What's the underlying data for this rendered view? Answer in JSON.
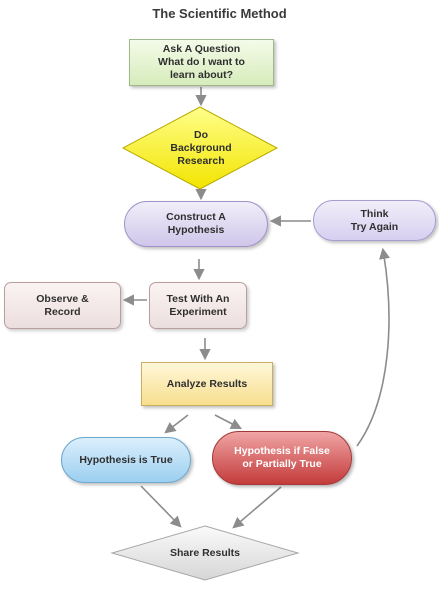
{
  "title": "The Scientific Method",
  "steps": {
    "ask": {
      "line1": "Ask A Question",
      "line2": "What do I want to",
      "line3": "learn about?"
    },
    "background": {
      "line1": "Do",
      "line2": "Background",
      "line3": "Research"
    },
    "construct": {
      "line1": "Construct A",
      "line2": "Hypothesis"
    },
    "think": {
      "line1": "Think",
      "line2": "Try Again"
    },
    "observe": {
      "line1": "Observe &",
      "line2": "Record"
    },
    "test": {
      "line1": "Test With An",
      "line2": "Experiment"
    },
    "analyze": {
      "line1": "Analyze Results"
    },
    "true": {
      "line1": "Hypothesis is True"
    },
    "false": {
      "line1": "Hypothesis if False",
      "line2": "or Partially True"
    },
    "share": {
      "line1": "Share Results"
    }
  },
  "colors": {
    "arrow": "#8c8c8c",
    "ask_fill": "#d6ecbc",
    "background_fill": "#fff200",
    "hypothesis_fill": "#cfc6ea",
    "experiment_fill": "#ecdede",
    "analyze_fill": "#f7de8e",
    "true_fill": "#9ccff0",
    "false_fill": "#c43b3b",
    "share_fill": "#e2e2e2"
  }
}
